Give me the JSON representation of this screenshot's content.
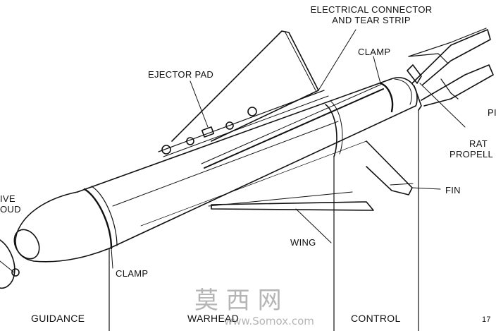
{
  "labels": {
    "electrical_connector_line1": "ELECTRICAL CONNECTOR",
    "electrical_connector_line2": "AND TEAR STRIP",
    "clamp_top": "CLAMP",
    "ejector_pad": "EJECTOR PAD",
    "pi_partial": "PI",
    "rat_line1": "RAT",
    "rat_line2": "PROPELL",
    "fin": "FIN",
    "wing": "WING",
    "clamp_bottom": "CLAMP",
    "shroud_line1": "IVE",
    "shroud_line2": "OUD"
  },
  "sections": {
    "guidance": "GUIDANCE",
    "warhead": "WARHEAD",
    "control": "CONTROL"
  },
  "page_number": "17",
  "watermark": {
    "chinese": "莫 西 网",
    "url": "www.Somox.com"
  }
}
